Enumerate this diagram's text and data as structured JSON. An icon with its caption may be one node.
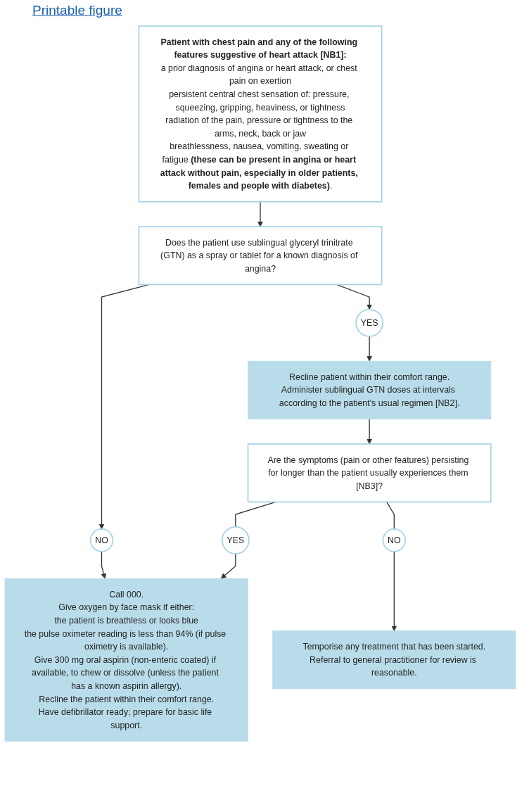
{
  "diagram": {
    "nodes": [
      {
        "text": [
          "Patient with chest pain and any of the following features suggestive of heart attack [NB1]:",
          "a prior diagnosis of angina or heart attack, or chest pain on exertion",
          "persistent central chest sensation of: pressure, squeezing, gripping, heaviness, or tightness",
          "radiation of the pain, pressure or tightness to the arms, neck, back or jaw",
          "breathlessness, nausea, vomiting, sweating or fatigue **(these can be present in angina or heart attack without pain, especially in older patients, females and people with diabetes)**."
        ]
      },
      {
        "text": [
          "Does the patient use sublingual glyceryl trinitrate (GTN) as a spray or tablet for a known diagnosis of angina?"
        ]
      },
      {
        "text": [
          "NO"
        ]
      },
      {
        "text": [
          "YES"
        ]
      },
      {
        "text": [
          "Call 000.",
          "Give oxygen by face mask if either:",
          "the patient is breathless or looks blue",
          "the pulse oximeter reading is less than 94% (if pulse oximetry is available).",
          "Give 300 mg oral aspirin (non-enteric coated) if available, to chew or dissolve (unless the patient has a known aspirin allergy).",
          "Recline the patient within their comfort range.",
          "Have defibrillator ready; prepare for basic life support."
        ]
      },
      {
        "text": [
          "Recline patient within their comfort range.",
          "Administer sublingual GTN doses at intervals according to the patient's usual regimen [NB2]."
        ]
      },
      {
        "text": [
          "Are the symptoms (pain or other features) persisting for longer than the patient usually experiences them [NB3]?"
        ]
      },
      {
        "text": [
          "YES"
        ]
      },
      {
        "text": [
          "NO"
        ]
      },
      {
        "text": [
          "Temporise any treatment that has been started.",
          "Referral to general practitioner for review is reasonable."
        ]
      }
    ],
    "edges": [
      {
        "from": 0,
        "to": 1,
        "arrow": "to"
      },
      {
        "from": 1,
        "to": 2,
        "arrow": "to"
      },
      {
        "from": 1,
        "to": 3,
        "arrow": "to"
      },
      {
        "from": 2,
        "to": 4,
        "arrow": "to"
      },
      {
        "from": 3,
        "to": 5,
        "arrow": "to"
      },
      {
        "from": 5,
        "to": 6,
        "arrow": "to"
      },
      {
        "from": 6,
        "to": 7,
        "arrow": "none"
      },
      {
        "from": 6,
        "to": 8,
        "arrow": "none"
      },
      {
        "from": 7,
        "to": 4,
        "arrow": "to"
      },
      {
        "from": 8,
        "to": 9,
        "arrow": "to"
      }
    ],
    "labels": [
      "Printable figure"
    ]
  }
}
